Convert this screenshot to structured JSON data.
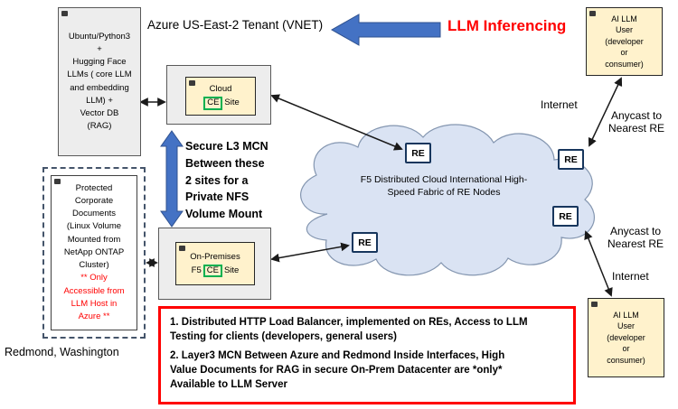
{
  "title": "Azure US-East-2 Tenant (VNET)",
  "inferencing_label": "LLM Inferencing",
  "azure_host": {
    "text": "Ubuntu/Python3\n+\nHugging Face\nLLMs ( core LLM\nand embedding\nLLM) +\nVector DB\n(RAG)"
  },
  "cloud_ce_site": {
    "line1": "Cloud",
    "ce": "CE",
    "suffix": "Site"
  },
  "onprem_ce_site": {
    "line1": "On-Premises",
    "prefix": "F5",
    "ce": "CE",
    "suffix": "Site"
  },
  "mcn_note": "Secure L3 MCN\nBetween these\n2 sites for a\nPrivate NFS\nVolume Mount",
  "cloud": {
    "label": "F5 Distributed Cloud International High-\nSpeed Fabric of RE Nodes"
  },
  "re_nodes": [
    "RE",
    "RE",
    "RE",
    "RE"
  ],
  "protected_docs": {
    "text_black": "Protected\nCorporate\nDocuments\n(Linux Volume\nMounted from\nNetApp ONTAP\nCluster)",
    "text_red": "** Only\nAccessible from\nLLM Host in\nAzure **"
  },
  "location_label": "Redmond, Washington",
  "ai_user_top": "AI LLM\nUser\n(developer\nor\nconsumer)",
  "ai_user_bottom": "AI LLM\nUser\n(developer\nor\nconsumer)",
  "internet_top": "Internet",
  "internet_bottom": "Internet",
  "anycast_top": "Anycast to\nNearest RE",
  "anycast_bottom": "Anycast to\nNearest RE",
  "notes_box": {
    "item1": "1. Distributed HTTP Load Balancer, implemented on REs, Access to LLM\nTesting for clients (developers, general users)",
    "item2": "2. Layer3 MCN Between Azure and Redmond Inside Interfaces, High\nValue Documents for RAG in secure On-Prem Datacenter are *only*\nAvailable to LLM Server"
  },
  "colors": {
    "arrow_blue": "#4472c4",
    "alert_red": "#ff0000",
    "site_yellow": "#fff2cc",
    "ce_green": "#00b050",
    "cloud_fill": "#dae3f3",
    "re_border": "#17365d"
  }
}
